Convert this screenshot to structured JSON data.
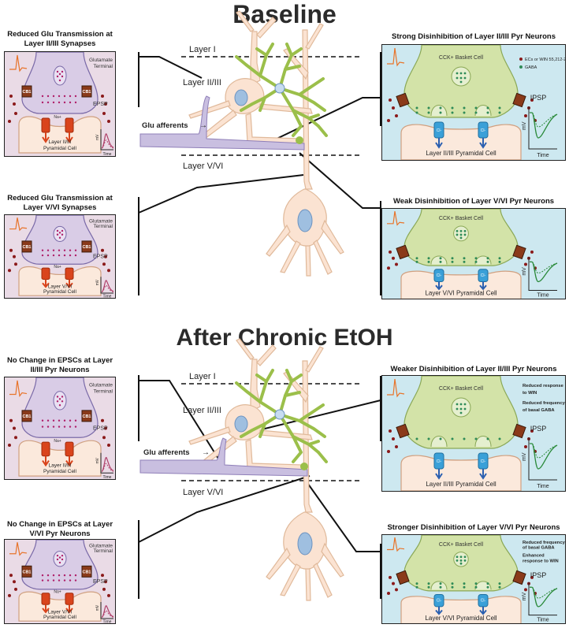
{
  "titles": {
    "baseline": "Baseline",
    "chronic": "After Chronic EtOH"
  },
  "layers": {
    "l1": "Layer I",
    "l23": "Layer II/III",
    "l56": "Layer V/VI",
    "glu": "Glu afferents"
  },
  "left_panels": [
    {
      "title": "Reduced Glu Transmission at Layer II/III Synapses",
      "terminal": [
        "Glutamate",
        "Terminal"
      ],
      "epsp": "EPSP",
      "cell": [
        "Layer II/III",
        "Pyramidal Cell"
      ],
      "ylabel": "mV",
      "xlabel": "Time",
      "cb1": "CB1",
      "ion": "Na+"
    },
    {
      "title": "Reduced Glu Transmission at Layer V/VI Synapses",
      "terminal": [
        "Glutamate",
        "Terminal"
      ],
      "epsp": "EPSP",
      "cell": [
        "Layer V/VI",
        "Pyramidal Cell"
      ],
      "ylabel": "mV",
      "xlabel": "Time",
      "cb1": "CB1",
      "ion": "Na+"
    },
    {
      "title": "No Change in EPSCs at Layer II/III Pyr Neurons",
      "terminal": [
        "Glutamate",
        "Terminal"
      ],
      "epsp": "EPSP",
      "cell": [
        "Layer II/III",
        "Pyramidal Cell"
      ],
      "ylabel": "mV",
      "xlabel": "Time",
      "cb1": "CB1",
      "ion": "Na+"
    },
    {
      "title": "No Change in EPSCs at Layer V/VI Pyr Neurons",
      "terminal": [
        "Glutamate",
        "Terminal"
      ],
      "epsp": "EPSP",
      "cell": [
        "Layer V/VI",
        "Pyramidal Cell"
      ],
      "ylabel": "mV",
      "xlabel": "Time",
      "cb1": "CB1",
      "ion": "Na+"
    }
  ],
  "right_panels": [
    {
      "title": "Strong Disinhibition of Layer II/III Pyr Neurons",
      "basket": "CCK+ Basket Cell",
      "cell": "Layer II/III Pyramidal Cell",
      "ipsp": "IPSP",
      "ylabel": "mV",
      "xlabel": "Time",
      "ion": "Cl-",
      "cb1": "CB1",
      "notes": [],
      "legend": [
        "ECs or WIN 55,212-2",
        "GABA"
      ]
    },
    {
      "title": "Weak Disinhibition of Layer V/VI Pyr Neurons",
      "basket": "CCK+ Basket Cell",
      "cell": "Layer V/VI Pyramidal Cell",
      "ipsp": "",
      "ylabel": "mV",
      "xlabel": "Time",
      "ion": "Cl-",
      "cb1": "CB1",
      "notes": [],
      "legend": []
    },
    {
      "title": "Weaker Disinhibition of Layer II/III Pyr Neurons",
      "basket": "CCK+ Basket Cell",
      "cell": "Layer II/III Pyramidal Cell",
      "ipsp": "IPSP",
      "ylabel": "mV",
      "xlabel": "Time",
      "ion": "Cl-",
      "cb1": "CB1",
      "notes": [
        "Reduced response",
        "to WIN",
        "Reduced frequency",
        "of basal GABA"
      ],
      "legend": []
    },
    {
      "title": "Stronger Disinhibition of Layer V/VI Pyr Neurons",
      "basket": "CCK+ Basket Cell",
      "cell": "Layer V/VI Pyramidal Cell",
      "ipsp": "IPSP",
      "ylabel": "mV",
      "xlabel": "Time",
      "ion": "Cl-",
      "cb1": "CB1",
      "notes": [
        "Reduced frequency",
        "of basal GABA",
        "Enhanced",
        "response to WIN"
      ],
      "legend": []
    }
  ],
  "colors": {
    "left_bg": "#eadbe6",
    "right_bg": "#cde8f0",
    "terminal": "#d9cce6",
    "pyr_cell": "#fbe9dc",
    "basket": "#d3e3a8",
    "green_dot": "#2e8b57",
    "ec_dot": "#8b1a1a",
    "receptor": "#3aa0d8",
    "arrow_red": "#d9441c",
    "neuron_fill": "#fbe3d2",
    "neuron_stroke": "#e0b99a",
    "soma_nucleus": "#9fbfe0",
    "dendrite_green": "#9bbf4a",
    "afferent": "#c9bfe0"
  }
}
